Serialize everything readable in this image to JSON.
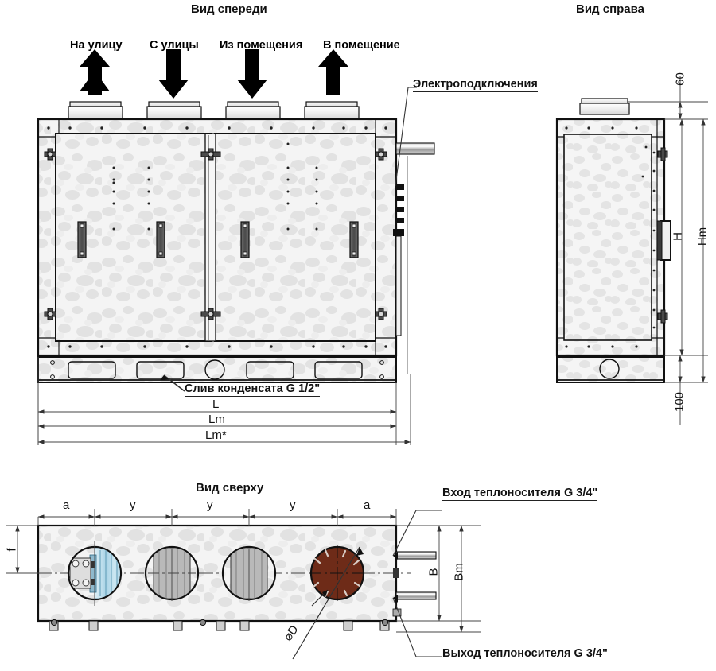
{
  "document": {
    "kind": "technical-dimension-drawing",
    "subject": "air handling / heat recovery ventilation unit",
    "language": "ru"
  },
  "views": {
    "front": {
      "title": "Вид спереди"
    },
    "right": {
      "title": "Вид справа"
    },
    "top": {
      "title": "Вид сверху"
    }
  },
  "airflow_labels": [
    {
      "id": "exhaust-outdoor",
      "text": "На улицу",
      "direction": "up"
    },
    {
      "id": "supply-outdoor",
      "text": "С улицы",
      "direction": "down"
    },
    {
      "id": "extract-room",
      "text": "Из помещения",
      "direction": "down"
    },
    {
      "id": "supply-room",
      "text": "В помещение",
      "direction": "up"
    }
  ],
  "callouts": {
    "electrical": "Электроподключения",
    "condensate_drain": "Слив конденсата G 1/2\"",
    "coolant_inlet": "Вход теплоносителя G 3/4\"",
    "coolant_outlet": "Выход теплоносителя G 3/4\"",
    "diameter": "⌀D"
  },
  "dimensions": {
    "front": [
      {
        "id": "L",
        "label": "L"
      },
      {
        "id": "Lm",
        "label": "Lm"
      },
      {
        "id": "Lms",
        "label": "Lm*"
      }
    ],
    "right": [
      {
        "id": "d60",
        "label": "60"
      },
      {
        "id": "H",
        "label": "H"
      },
      {
        "id": "Hm",
        "label": "Hm"
      },
      {
        "id": "d100",
        "label": "100"
      }
    ],
    "top": [
      {
        "id": "a1",
        "label": "a"
      },
      {
        "id": "y1",
        "label": "y"
      },
      {
        "id": "y2",
        "label": "y"
      },
      {
        "id": "y3",
        "label": "y"
      },
      {
        "id": "a2",
        "label": "a"
      },
      {
        "id": "f",
        "label": "f"
      },
      {
        "id": "B",
        "label": "B"
      },
      {
        "id": "Bm",
        "label": "Bm"
      }
    ]
  },
  "top_view_ports": [
    {
      "id": "port-1",
      "role": "fan-impeller",
      "color": "#b9d9e8"
    },
    {
      "id": "port-2",
      "role": "duct-opening",
      "color": "#b0b0b0"
    },
    {
      "id": "port-3",
      "role": "duct-opening",
      "color": "#b0b0b0"
    },
    {
      "id": "port-4",
      "role": "heater-coil",
      "color": "#6e2b18"
    }
  ],
  "colors": {
    "outline": "#111111",
    "panel_fill": "#f1f1f1",
    "frame_fill": "#e9e9e9",
    "handle": "#555555",
    "heater": "#6e2b18",
    "impeller": "#b9d9e8",
    "duct_gray": "#b0b0b0",
    "dim_line": "#4a4a4a"
  }
}
